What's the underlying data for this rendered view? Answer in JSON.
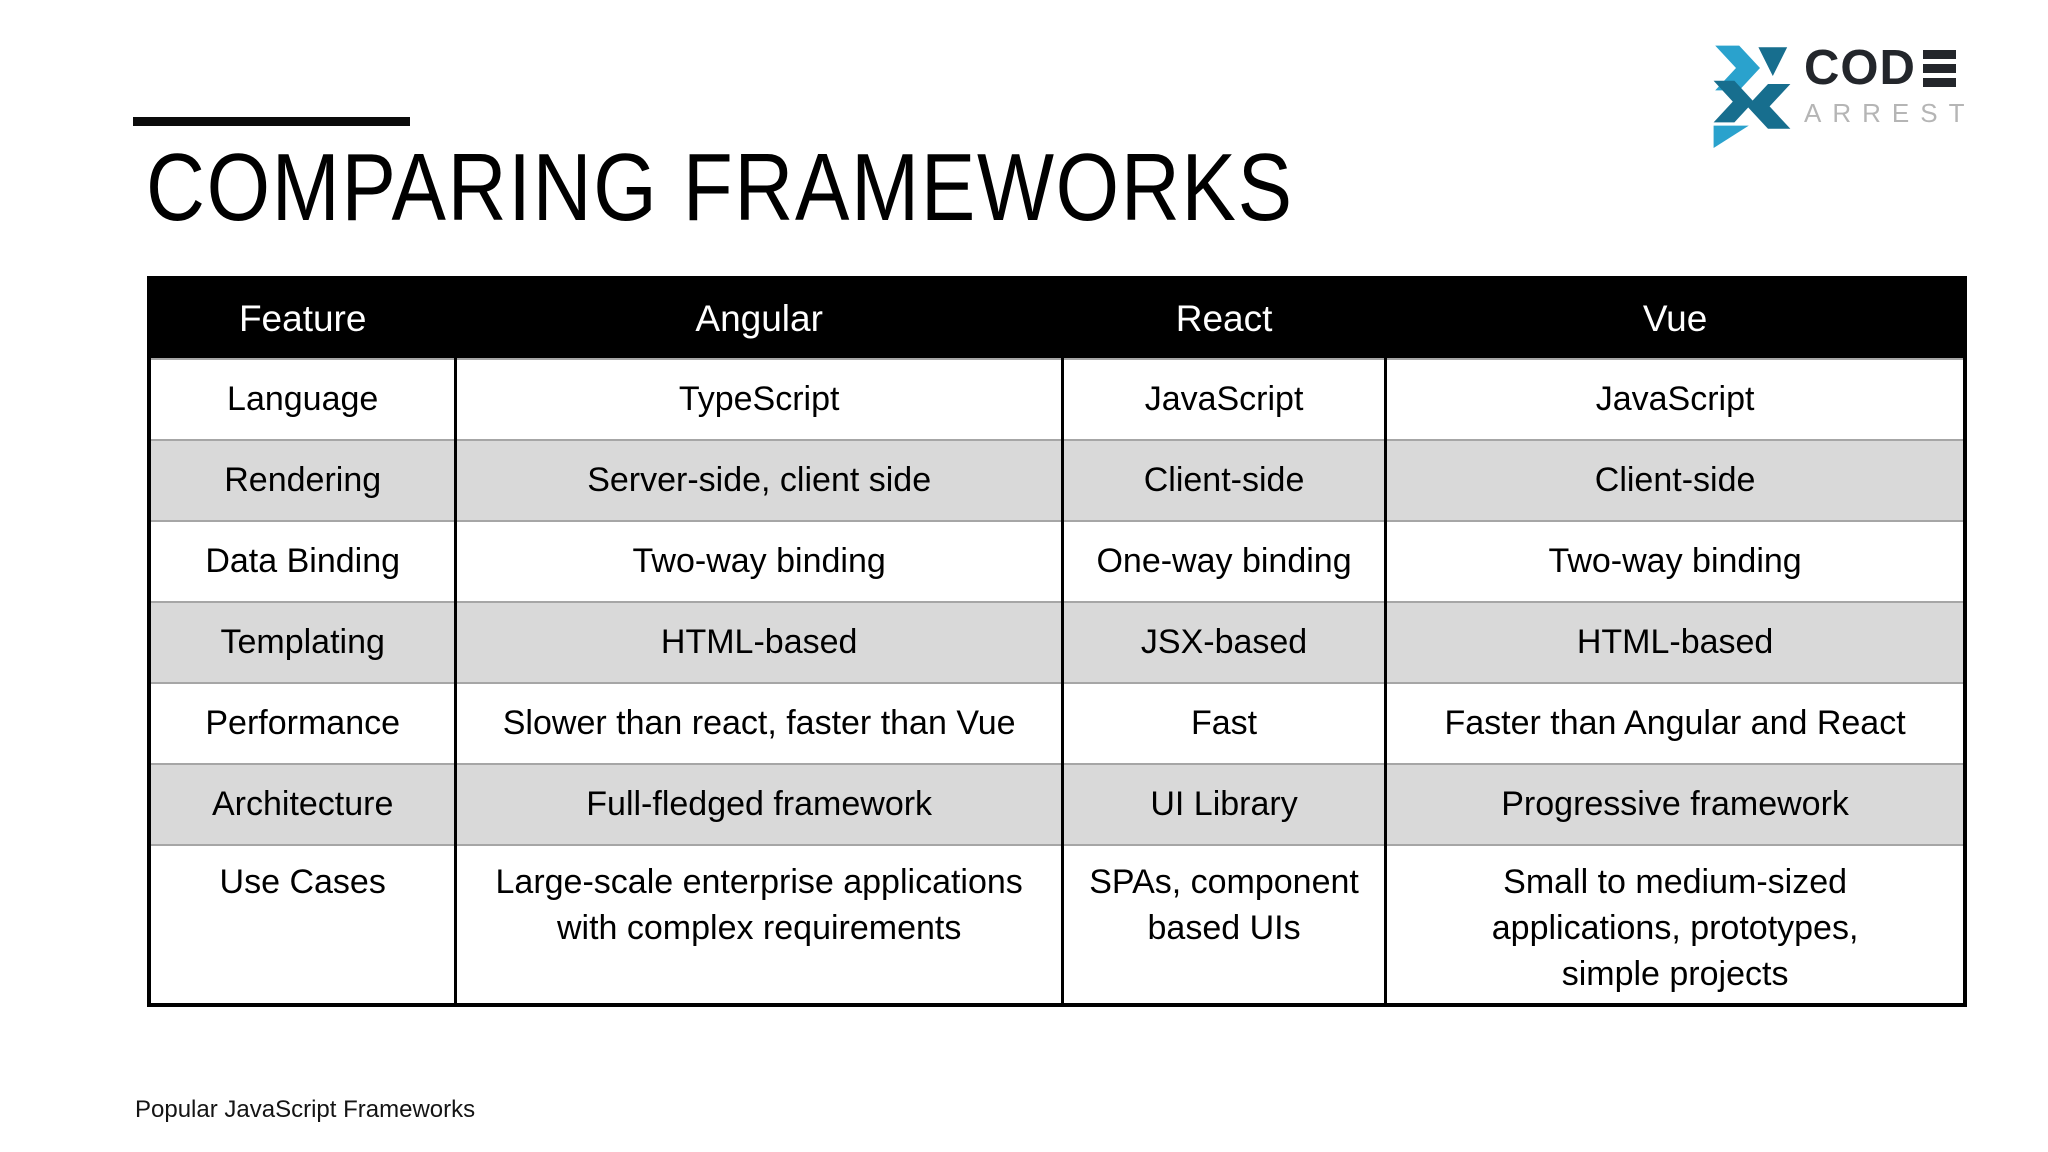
{
  "slide": {
    "title": "COMPARING FRAMEWORKS",
    "footer": "Popular JavaScript Frameworks"
  },
  "logo": {
    "brand_top": "COD",
    "brand_top_full": "CODE",
    "brand_bottom": "ARREST",
    "colors": {
      "icon_light": "#2aa2cd",
      "icon_dark": "#176e8e",
      "wordmark": "#23262b",
      "subtext": "#b5b5b5"
    }
  },
  "table": {
    "columns": [
      "Feature",
      "Angular",
      "React",
      "Vue"
    ],
    "rows": [
      {
        "cells": [
          "Language",
          "TypeScript",
          "JavaScript",
          "JavaScript"
        ]
      },
      {
        "cells": [
          "Rendering",
          "Server-side, client side",
          "Client-side",
          "Client-side"
        ]
      },
      {
        "cells": [
          "Data Binding",
          "Two-way binding",
          "One-way binding",
          "Two-way binding"
        ]
      },
      {
        "cells": [
          "Templating",
          "HTML-based",
          "JSX-based",
          "HTML-based"
        ]
      },
      {
        "cells": [
          "Performance",
          "Slower than react, faster than Vue",
          "Fast",
          "Faster than Angular and React"
        ]
      },
      {
        "cells": [
          "Architecture",
          "Full-fledged framework",
          "UI Library",
          "Progressive framework"
        ]
      },
      {
        "cells": [
          "Use Cases",
          "Large-scale enterprise applications\nwith complex requirements",
          "SPAs, component\nbased UIs",
          "Small to medium-sized\napplications, prototypes,\nsimple projects"
        ]
      }
    ],
    "style": {
      "header_bg": "#000000",
      "header_text": "#ffffff",
      "alt_row_bg": "#d9d9d9",
      "border_dark": "#000000",
      "border_light": "#a6a6a6"
    }
  }
}
